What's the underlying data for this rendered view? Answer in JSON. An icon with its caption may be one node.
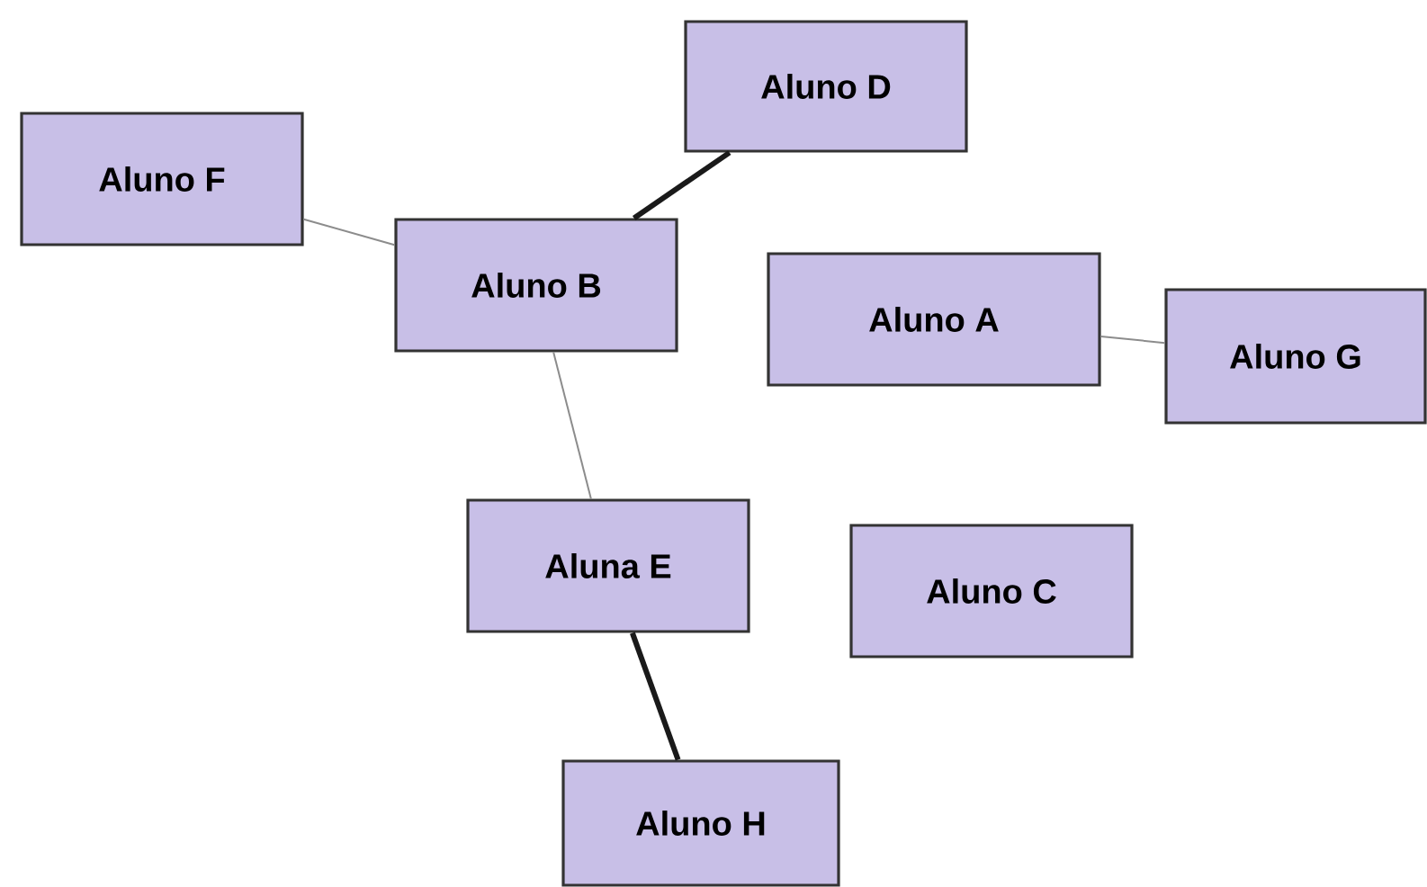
{
  "diagram": {
    "nodes": [
      {
        "text": [
          "Aluno D"
        ]
      },
      {
        "text": [
          "Aluno F"
        ]
      },
      {
        "text": [
          "Aluno B"
        ]
      },
      {
        "text": [
          "Aluno A"
        ]
      },
      {
        "text": [
          "Aluno G"
        ]
      },
      {
        "text": [
          "Aluna E"
        ]
      },
      {
        "text": [
          "Aluno C"
        ]
      },
      {
        "text": [
          "Aluno H"
        ]
      }
    ],
    "edges": [
      {
        "from": 2,
        "to": 0,
        "arrow": "none",
        "style": "thick",
        "color": "#1a1a1a"
      },
      {
        "from": 1,
        "to": 2,
        "arrow": "none"
      },
      {
        "from": 2,
        "to": 5,
        "arrow": "none"
      },
      {
        "from": 3,
        "to": 4,
        "arrow": "none"
      },
      {
        "from": 5,
        "to": 7,
        "arrow": "none",
        "style": "thick",
        "color": "#1a1a1a"
      }
    ]
  }
}
